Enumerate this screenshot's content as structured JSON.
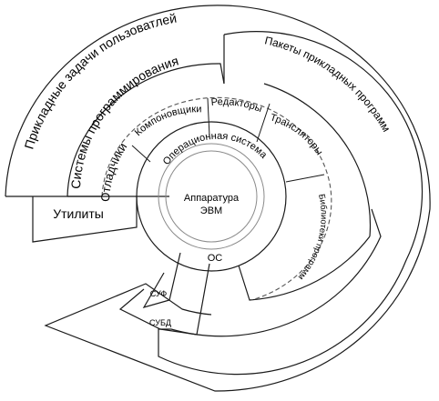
{
  "diagram": {
    "outer": "Прикладные задачи пользоватлей",
    "packages": "Пакеты прикладных программ",
    "prog_systems": "Системы программирования",
    "debuggers": "Отладчики",
    "linkers": "Компоновщики",
    "editors": "Редакторы",
    "translators": "Трансляторы",
    "libraries": "Библиотеки программ",
    "os_ring": "Операционная система",
    "hardware_line1": "Аппаратура",
    "hardware_line2": "ЭВМ",
    "utilities": "Утилиты",
    "os_short": "ОС",
    "fs": "СУФ",
    "dbms": "СУБД"
  }
}
